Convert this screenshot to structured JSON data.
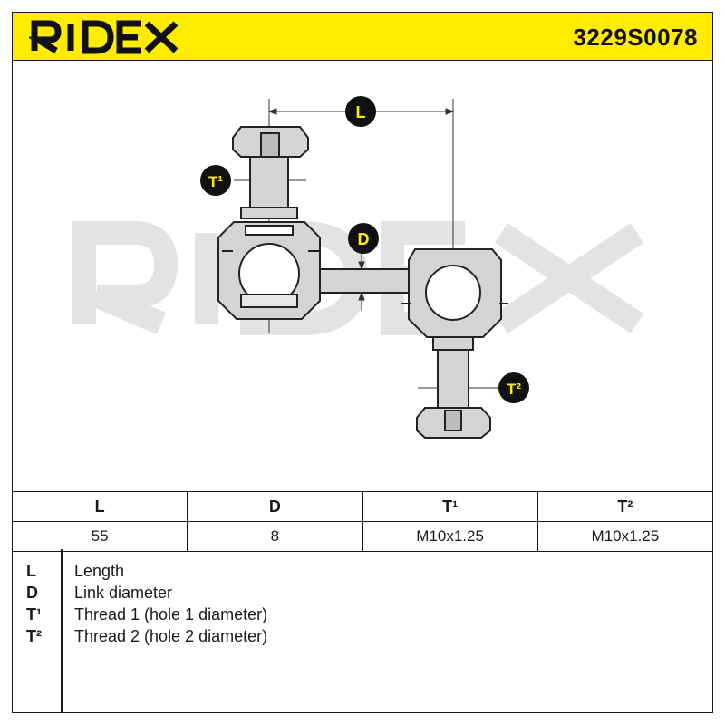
{
  "header": {
    "brand": "RIDEX",
    "part_number": "3229S0078",
    "background_color": "#ffec00"
  },
  "drawing": {
    "watermark": "RIDEX",
    "dimension_badges": [
      "L",
      "D",
      "T¹",
      "T²"
    ],
    "badge_color": "#111111",
    "badge_text_color": "#ffec00"
  },
  "specs_table": {
    "headers": [
      "L",
      "D",
      "T¹",
      "T²"
    ],
    "values": [
      "55",
      "8",
      "M10x1.25",
      "M10x1.25"
    ]
  },
  "legend": [
    {
      "symbol": "L",
      "description": "Length"
    },
    {
      "symbol": "D",
      "description": "Link diameter"
    },
    {
      "symbol": "T¹",
      "description": "Thread 1 (hole 1 diameter)"
    },
    {
      "symbol": "T²",
      "description": "Thread 2 (hole 2 diameter)"
    }
  ]
}
